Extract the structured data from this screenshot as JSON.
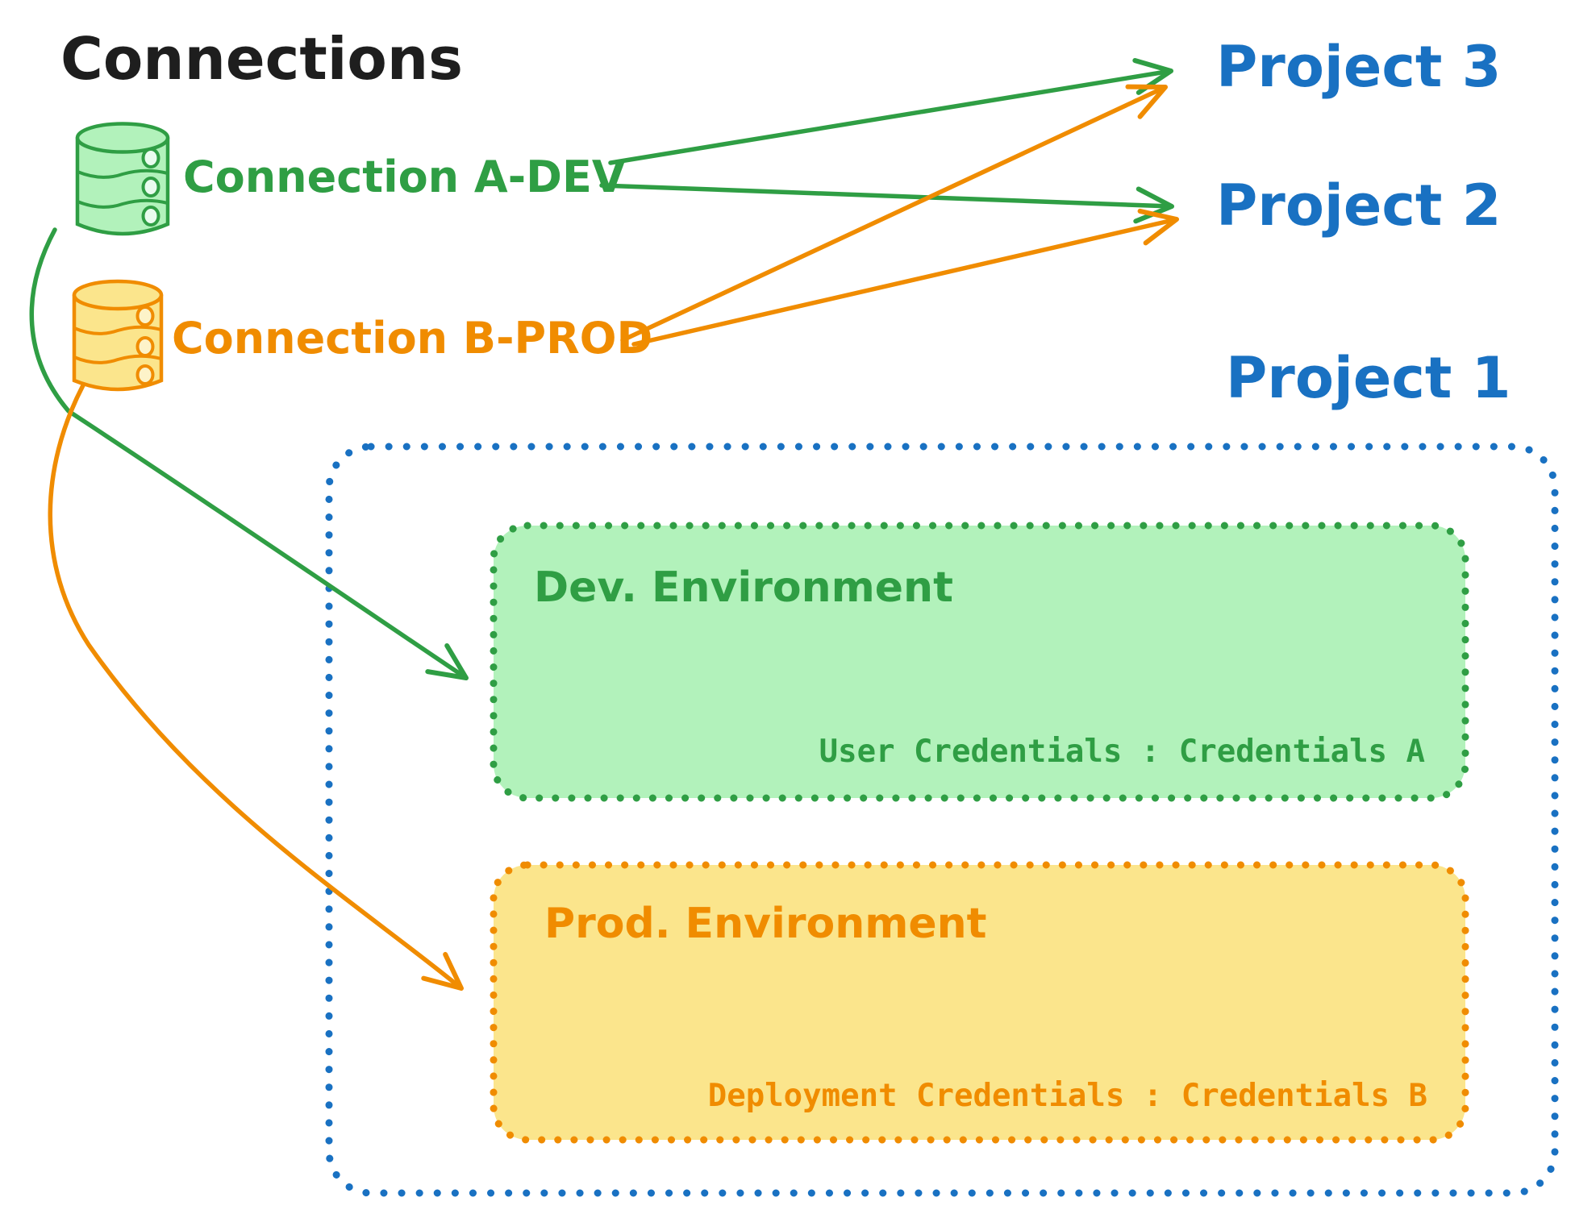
{
  "title": "Connections",
  "connections": [
    {
      "label": "Connection A-DEV"
    },
    {
      "label": "Connection B-PROD"
    }
  ],
  "projects": [
    {
      "label": "Project 3"
    },
    {
      "label": "Project 2"
    },
    {
      "label": "Project 1"
    }
  ],
  "environments": [
    {
      "title": "Dev. Environment",
      "credentials": "User Credentials : Credentials A"
    },
    {
      "title": "Prod. Environment",
      "credentials": "Deployment Credentials : Credentials B"
    }
  ],
  "icons": [
    {
      "name": "database-icon-dev",
      "color": "#2f9e44"
    },
    {
      "name": "database-icon-prod",
      "color": "#f08c00"
    }
  ],
  "colors": {
    "ink": "#1e1e1e",
    "green": "#2f9e44",
    "green_fill": "#b2f2bb",
    "orange": "#f08c00",
    "orange_fill": "#fbe58c",
    "blue": "#1971c2",
    "background": "#ffffff"
  }
}
